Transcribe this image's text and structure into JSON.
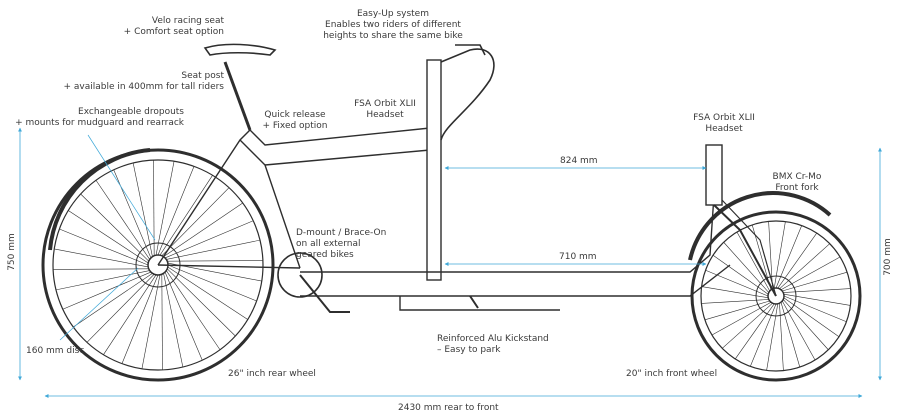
{
  "labels": {
    "seat": [
      "Velo racing seat",
      "+ Comfort seat option"
    ],
    "easyup": [
      "Easy-Up system",
      "Enables two riders of different",
      "heights to share the same bike"
    ],
    "seatpost": [
      "Seat post",
      "+ available in 400mm for tall riders"
    ],
    "dropouts": [
      "Exchangeable dropouts",
      "+ mounts for mudguard and rearrack"
    ],
    "quickrelease": [
      "Quick release",
      "+ Fixed option"
    ],
    "headset_rear": [
      "FSA Orbit XLII",
      "Headset"
    ],
    "headset_front": [
      "FSA Orbit XLII",
      "Headset"
    ],
    "fork": [
      "BMX Cr-Mo",
      "Front fork"
    ],
    "dmount": [
      "D-mount / Brace-On",
      "on all external",
      "geared bikes"
    ],
    "kickstand": [
      "Reinforced Alu Kickstand",
      "– Easy to park"
    ],
    "disc": "160 mm disc",
    "rear_wheel": "26\" inch rear wheel",
    "front_wheel": "20\" inch front wheel"
  },
  "dimensions": {
    "top": "824 mm",
    "bottom": "710 mm",
    "left_height": "750 mm",
    "right_height": "700 mm",
    "total_length": "2430 mm rear to front"
  },
  "colors": {
    "line": "#2e2e2e",
    "dimension": "#3fa8d8",
    "leader": "#3fa8d8"
  }
}
